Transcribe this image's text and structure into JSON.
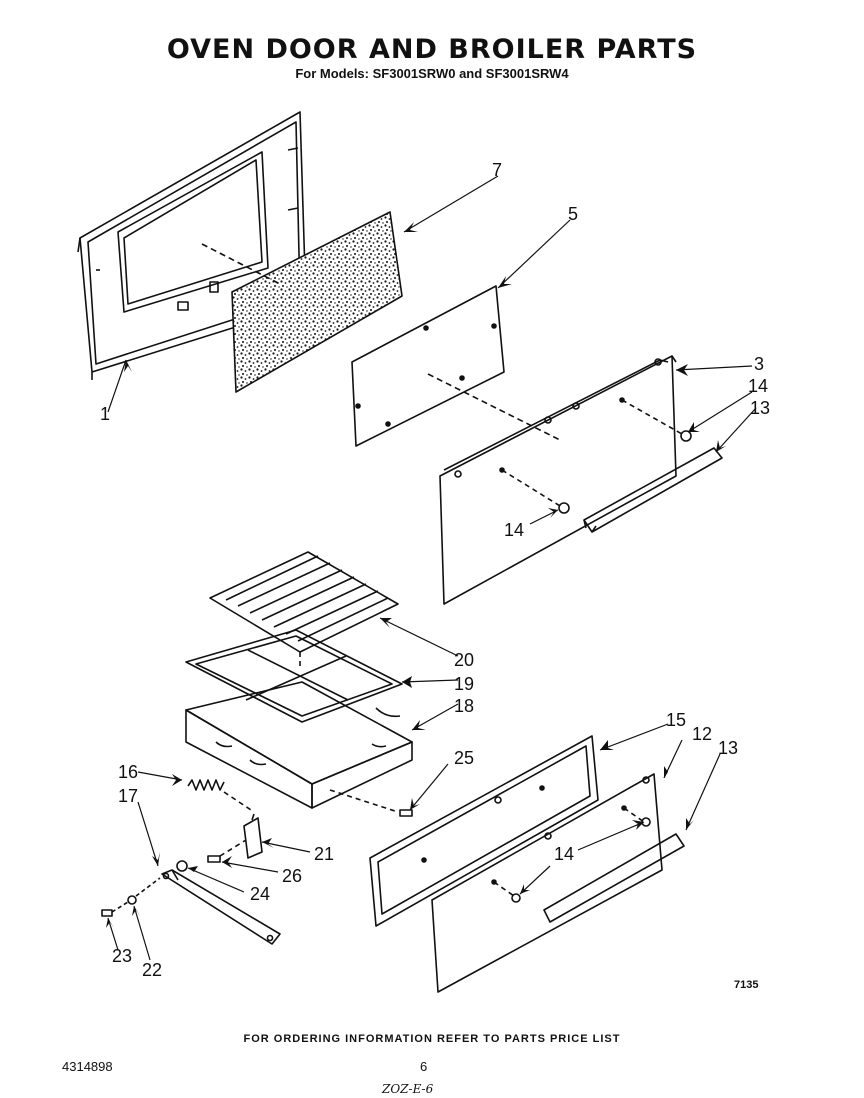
{
  "title": "OVEN DOOR AND BROILER PARTS",
  "subtitle": "For Models: SF3001SRW0 and SF3001SRW4",
  "callouts": {
    "c1": "1",
    "c7": "7",
    "c5": "5",
    "c3": "3",
    "c14a": "14",
    "c13a": "13",
    "c14b": "14",
    "c20": "20",
    "c19": "19",
    "c18": "18",
    "c15": "15",
    "c12": "12",
    "c13b": "13",
    "c16": "16",
    "c17": "17",
    "c25": "25",
    "c21": "21",
    "c26": "26",
    "c24": "24",
    "c14c": "14",
    "c23": "23",
    "c22": "22"
  },
  "diagram_number": "7135",
  "footer": "FOR ORDERING INFORMATION REFER TO PARTS PRICE LIST",
  "document_number": "4314898",
  "page_number": "6",
  "handwritten_note": "ZOZ-E-6"
}
